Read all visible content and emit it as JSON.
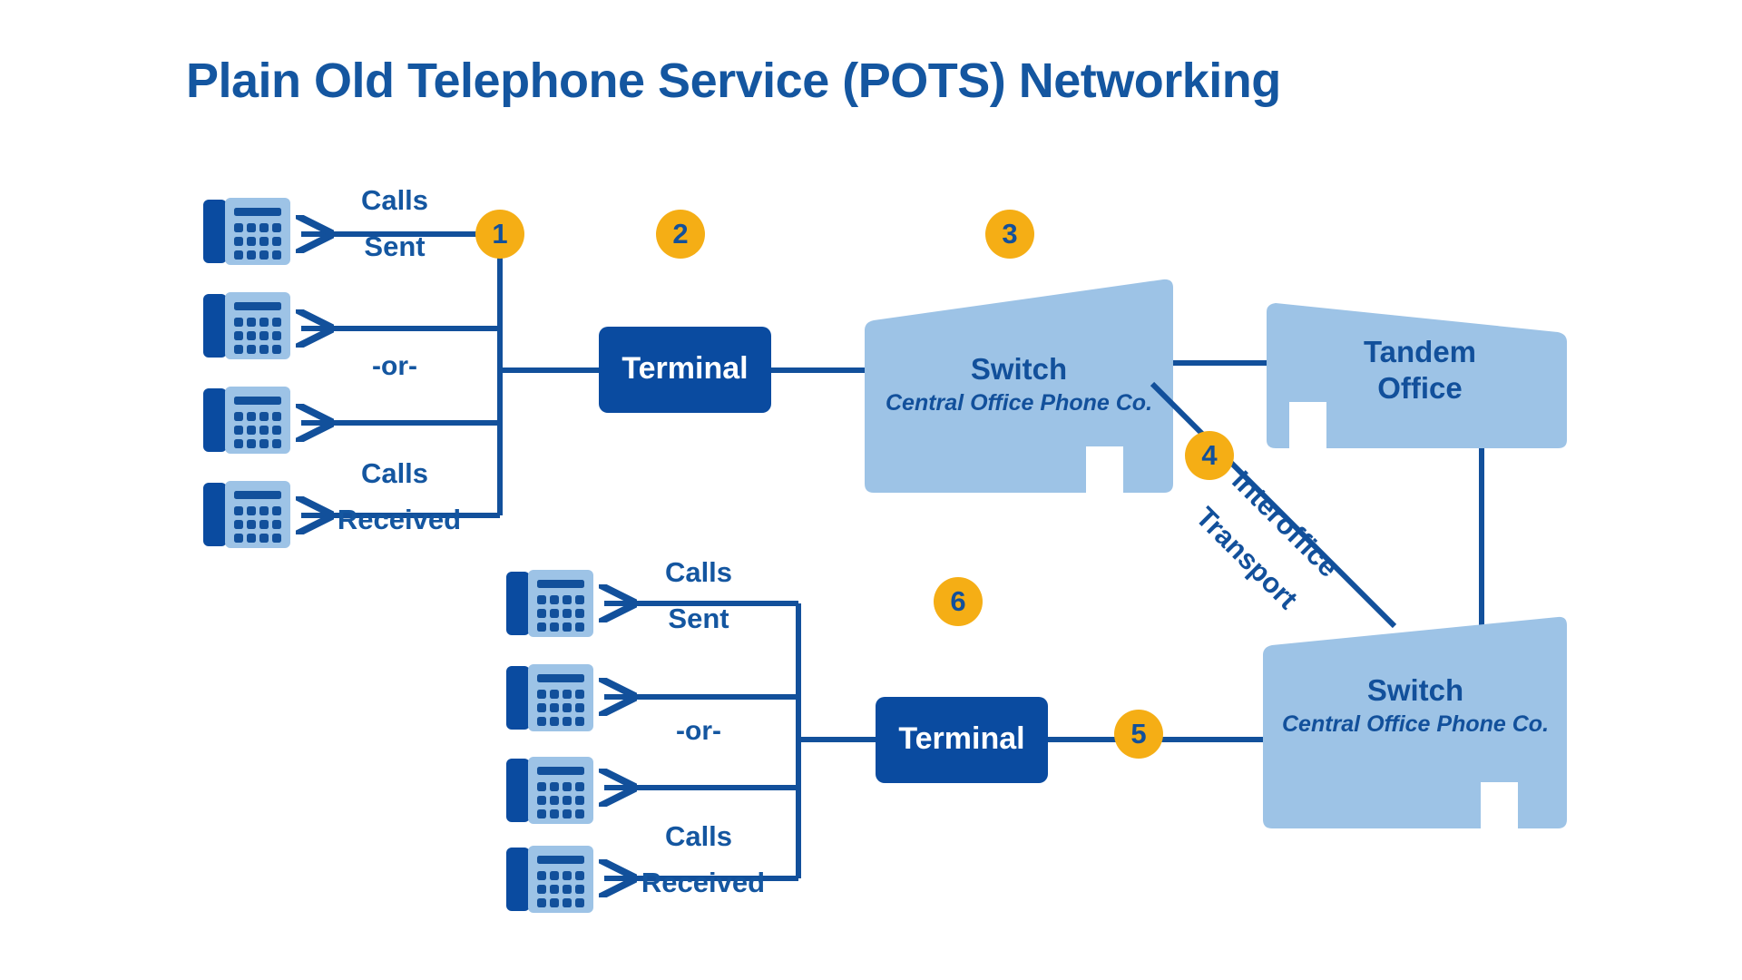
{
  "title": "Plain Old Telephone Service (POTS) Networking",
  "colors": {
    "title_blue": "#1456A0",
    "dark_blue": "#0A4BA0",
    "line_blue": "#12509B",
    "light_blue": "#9DC3E6",
    "badge_amber": "#F5AE15",
    "badge_text": "#12509B",
    "white": "#FFFFFF"
  },
  "badges": [
    {
      "number": "1",
      "name": "badge-1"
    },
    {
      "number": "2",
      "name": "badge-2"
    },
    {
      "number": "3",
      "name": "badge-3"
    },
    {
      "number": "4",
      "name": "badge-4"
    },
    {
      "number": "5",
      "name": "badge-5"
    },
    {
      "number": "6",
      "name": "badge-6"
    }
  ],
  "top_group": {
    "calls_sent_line1": "Calls",
    "calls_sent_line2": "Sent",
    "or": "-or-",
    "calls_received_line1": "Calls",
    "calls_received_line2": "Received",
    "phone_count": 4,
    "terminal_label": "Terminal",
    "switch_label": "Switch",
    "switch_sublabel": "Central Office Phone Co."
  },
  "tandem": {
    "line1": "Tandem",
    "line2": "Office"
  },
  "transport": {
    "line1": "Interoffice",
    "line2": "Transport"
  },
  "bottom_group": {
    "calls_sent_line1": "Calls",
    "calls_sent_line2": "Sent",
    "or": "-or-",
    "calls_received_line1": "Calls",
    "calls_received_line2": "Received",
    "phone_count": 4,
    "terminal_label": "Terminal",
    "switch_label": "Switch",
    "switch_sublabel": "Central Office Phone Co."
  },
  "icons": {
    "phone": "desk-phone-icon",
    "building": "office-building-icon",
    "arrow": "arrow-left-icon"
  }
}
